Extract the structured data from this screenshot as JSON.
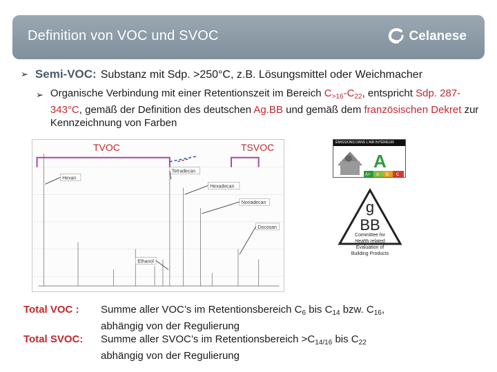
{
  "header": {
    "title": "Definition von VOC und SVOC",
    "logo_text": "Celanese"
  },
  "bullet1": {
    "term": "Semi-VOC:",
    "text": "Substanz mit Sdp. >250°C, z.B. Lösungsmittel oder Weichmacher"
  },
  "bullet2": {
    "part1": "Organische Verbindung mit einer Retentionszeit im Bereich ",
    "c_range_a": "C",
    "c_range_a_sub": ">16",
    "c_range_dash": "-",
    "c_range_b": "C",
    "c_range_b_sub": "22",
    "part2": ", entspricht ",
    "sdp": "Sdp. 287-343°C",
    "part3": ", gemäß der Definition des deutschen ",
    "agbb": "Ag.BB",
    "part4": " und gemäß dem ",
    "dekret": "französischen Dekret",
    "part5": " zur Kennzeichnung von Farben"
  },
  "chart": {
    "tvoc_label": "TVOC",
    "tsvoc_label": "TSVOC",
    "peak_labels": [
      "Hexan",
      "Tetradecan",
      "Hexadecan",
      "Nonadecan",
      "Docosan",
      "Ethanol"
    ],
    "peak_colors": {
      "frame": "#a64aa0",
      "trace": "#6b6b6b",
      "dashed": "#2a4fb3",
      "dashed_red": "#c0282d"
    }
  },
  "label_panel": {
    "top_text": "ÉMISSIONS DANS L'AIR INTÉRIEUR",
    "grade": "A",
    "scale": [
      "A+",
      "A",
      "B",
      "C"
    ]
  },
  "agbb_logo": {
    "letter": "g",
    "mark": "BB",
    "lines": [
      "Committee for",
      "Health related",
      "Evaluation of",
      "Building Products"
    ]
  },
  "totals": [
    {
      "term": "Total VOC :",
      "text1": "Summe aller VOC’s im Retentionsbereich C",
      "s1": "6",
      "text2": " bis C",
      "s2": "14",
      "text3": " bzw. C",
      "s3": "16",
      "text4": ",",
      "line2": "abhängig von der Regulierung"
    },
    {
      "term": "Total SVOC:",
      "text1": "Summe aller SVOC’s im Retentionsbereich >C",
      "s1": "14/16",
      "text2": " bis C",
      "s2": "22",
      "text3": "",
      "s3": "",
      "text4": "",
      "line2": "abhängig von der Regulierung"
    }
  ]
}
